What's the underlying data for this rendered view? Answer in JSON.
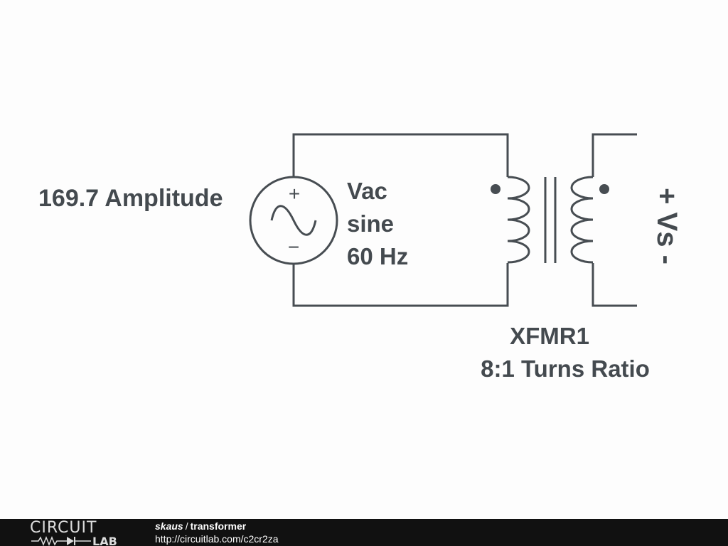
{
  "schematic": {
    "source_amplitude": "169.7 Amplitude",
    "source_type_lines": [
      "Vac",
      "sine",
      "60 Hz"
    ],
    "source_plus": "+",
    "source_minus": "−",
    "transformer_name": "XFMR1",
    "transformer_ratio": "8:1 Turns Ratio",
    "output_label": "+ Vs -"
  },
  "footer": {
    "logo_top": "CIRCUIT",
    "logo_bottom": "LAB",
    "user": "skaus",
    "separator": "/",
    "project": "transformer",
    "url": "http://circuitlab.com/c2cr2za"
  },
  "colors": {
    "wire": "#474d52",
    "text": "#444a4f",
    "footer_bg": "#111111"
  }
}
